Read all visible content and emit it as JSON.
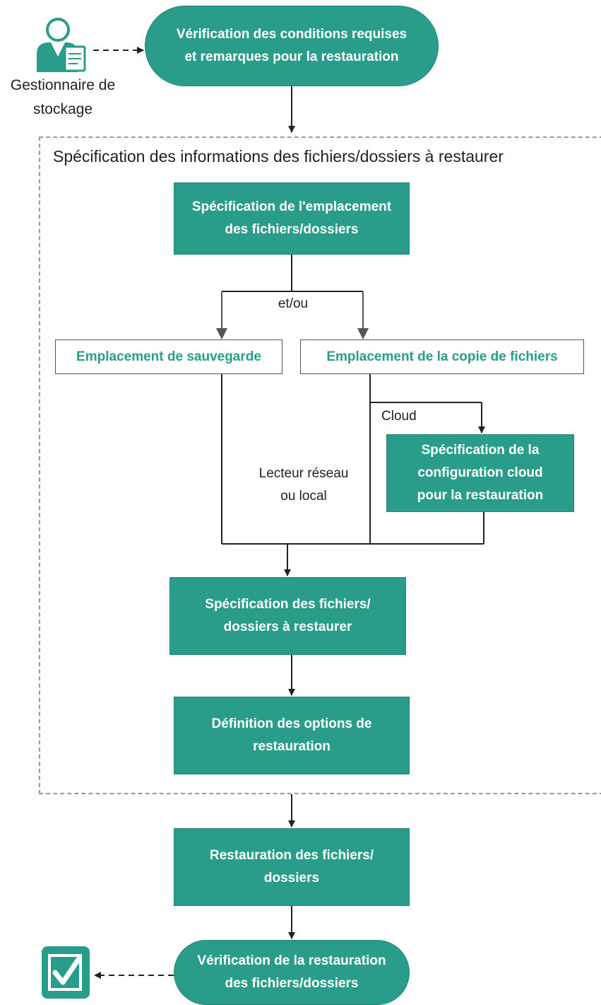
{
  "actors": {
    "storage_manager": "Gestionnaire de\nstockage"
  },
  "steps": {
    "review_prerequisites": "Vérification des conditions requises\net remarques pour la restauration",
    "specify_location": "Spécification de l'emplacement\ndes fichiers/dossiers",
    "backup_location": "Emplacement de sauvegarde",
    "file_copy_location": "Emplacement de la copie de fichiers",
    "cloud_config": "Spécification de la\nconfiguration cloud\npour la restauration",
    "specify_files": "Spécification des fichiers/\ndossiers à restaurer",
    "define_options": "Définition des options de\nrestauration",
    "restore": "Restauration des fichiers/\ndossiers",
    "verify": "Vérification de la restauration\ndes fichiers/dossiers"
  },
  "group": {
    "title": "Spécification des informations des fichiers/dossiers à restaurer"
  },
  "edge_labels": {
    "and_or": "et/ou",
    "cloud": "Cloud",
    "network_or_local": "Lecteur réseau\nou local"
  },
  "icons": {
    "actor": "storage-manager-icon",
    "done": "checkbox-icon"
  },
  "colors": {
    "teal": "#2a9d8a",
    "line": "#222222",
    "dashed_border": "#9a9a9a"
  }
}
